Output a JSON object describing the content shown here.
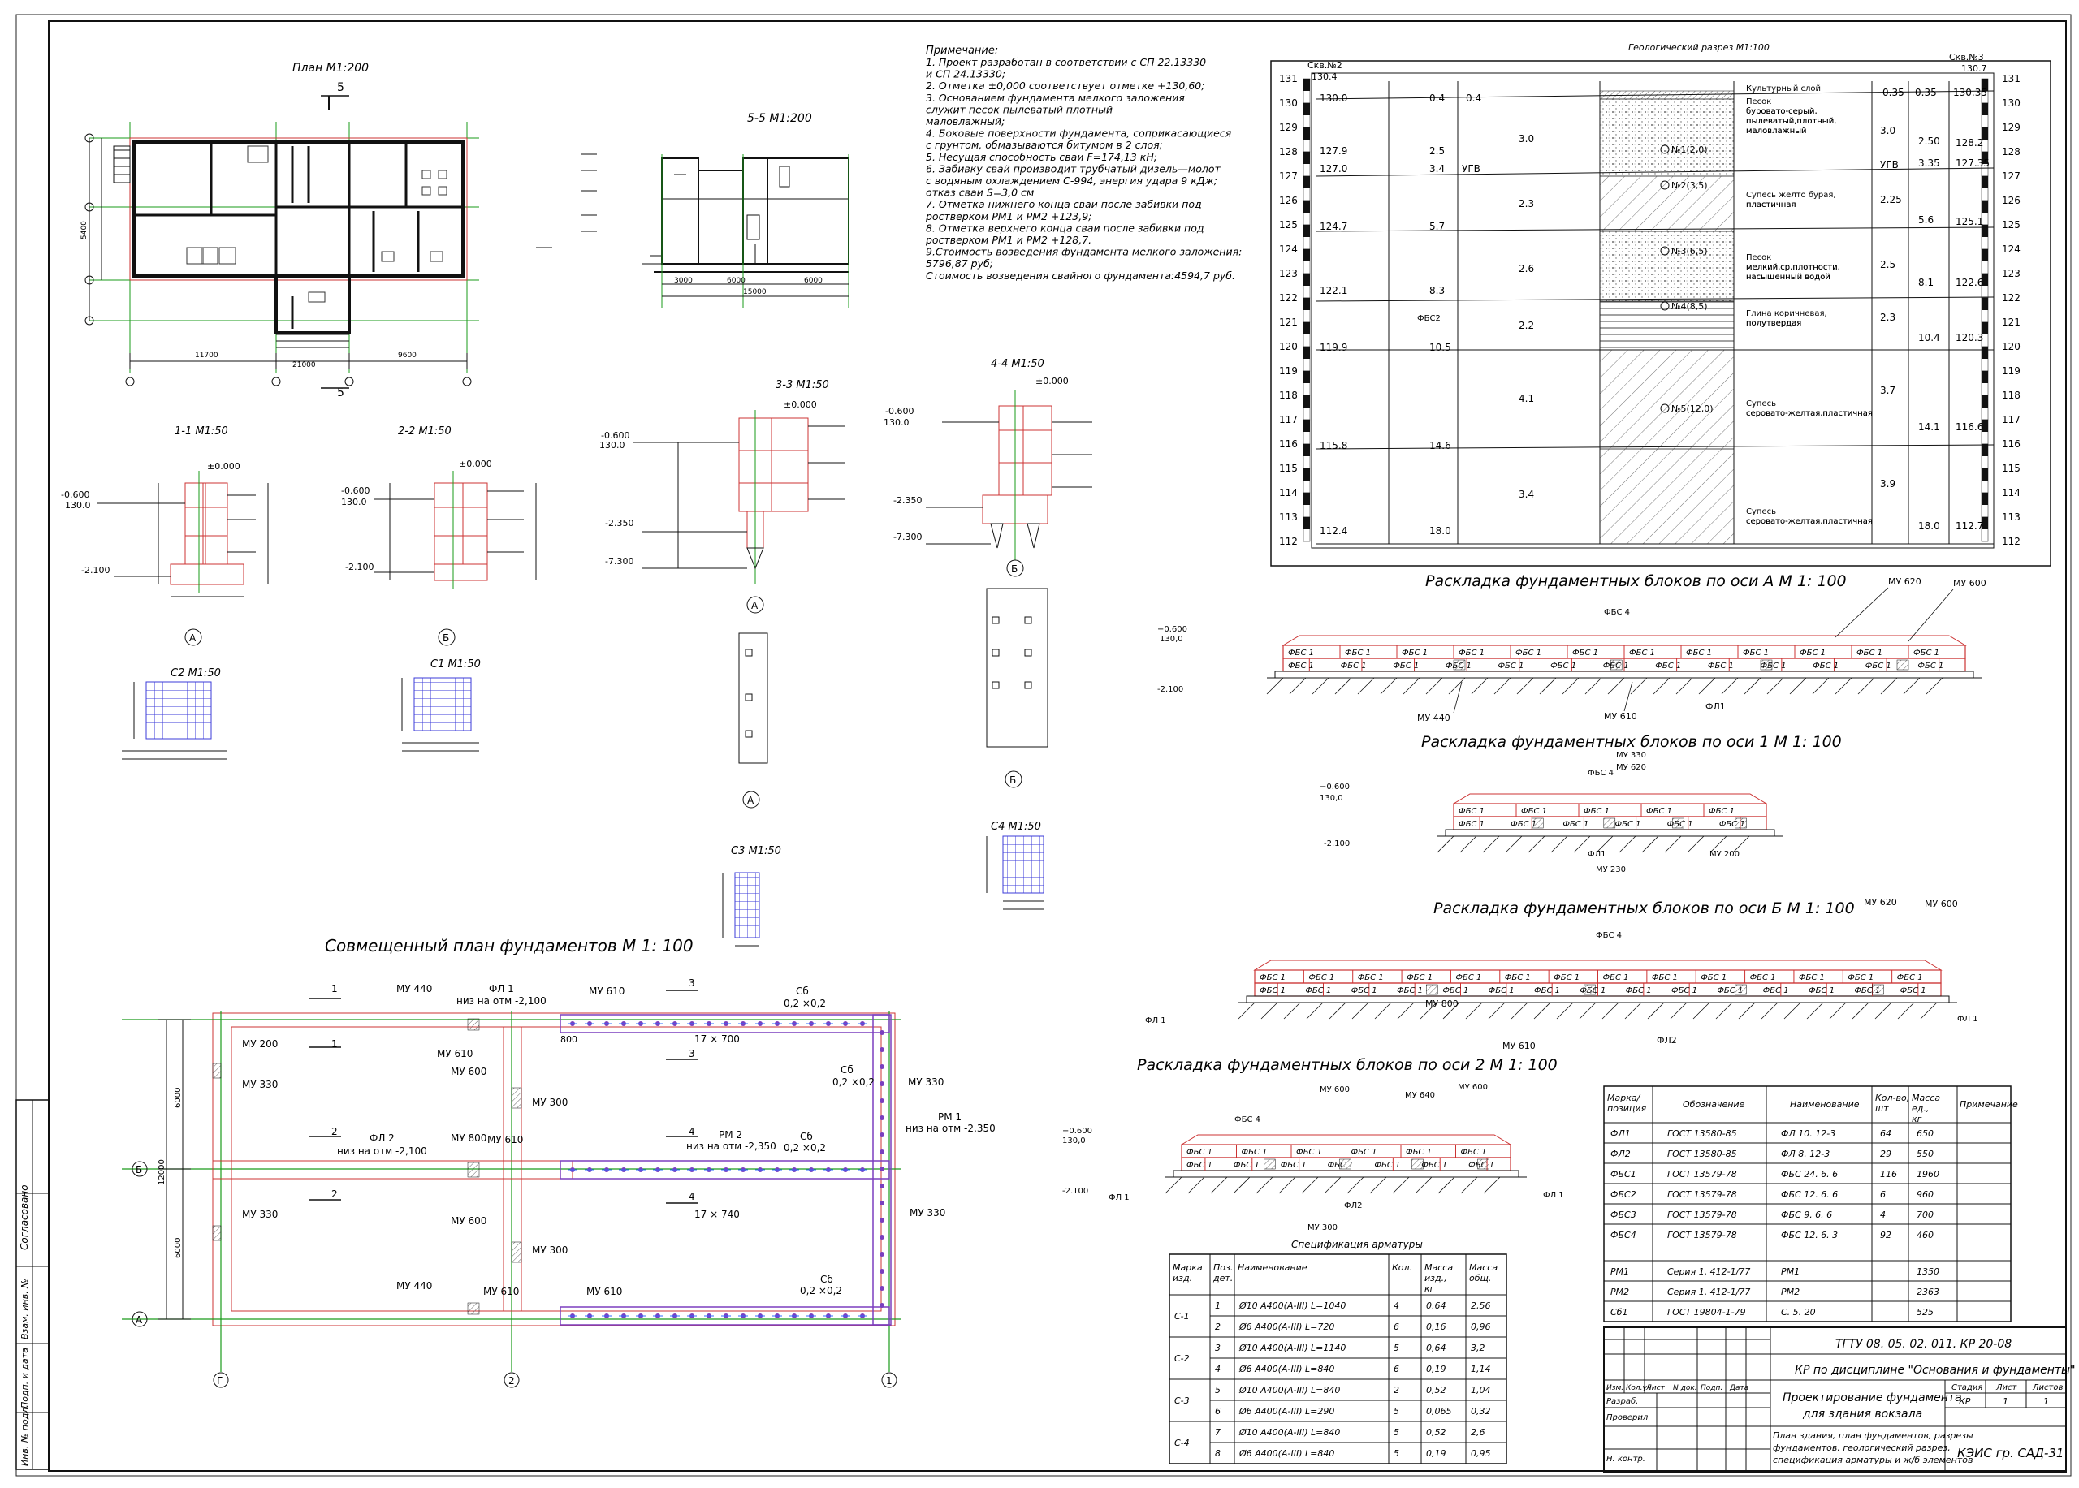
{
  "titles": {
    "plan": "План М1:200",
    "sec55": "5-5 М1:200",
    "s11": "1-1 М1:50",
    "s22": "2-2 М1:50",
    "s33": "3-3 М1:50",
    "s44": "4-4 М1:50",
    "c1": "С1 М1:50",
    "c2": "С2 М1:50",
    "c3": "С3 М1:50",
    "c4": "С4 М1:50",
    "geo": "Геологический разрез М1:100",
    "layA": "Раскладка фундаментных блоков по оси А М 1: 100",
    "lay1": "Раскладка фундаментных блоков по оси 1 М 1: 100",
    "layB": "Раскладка фундаментных блоков по оси Б М 1: 100",
    "lay2": "Раскладка фундаментных блоков по оси 2 М 1: 100",
    "found": "Совмещенный план фундаментов М 1: 100",
    "rebar": "Спецификация арматуры"
  },
  "notes": {
    "heading": "Примечание:",
    "lines": [
      "1. Проект разработан в соответствии с СП 22.13330",
      "    и СП 24.13330;",
      "2. Отметка ±0,000 соответствует отметке +130,60;",
      "3. Основанием фундамента мелкого заложения",
      "    служит песок пылеватый плотный",
      "маловлажный;",
      "4. Боковые поверхности фундамента, соприкасающиеся",
      "    с грунтом, обмазываются битумом в 2 слоя;",
      "5. Несущая способность сваи F=174,13 кН;",
      "6. Забивку свай производит трубчатый дизель—молот",
      "    с водяным охлаждением С-994, энергия удара 9 кДж;",
      "    отказ сваи S=3,0 см",
      "7. Отметка нижнего конца сваи после забивки под",
      "    ростверком РМ1 и РМ2 +123,9;",
      "8. Отметка верхнего конца сваи после забивки под",
      "    ростверком РМ1 и РМ2 +128,7.",
      "9.Стоимость возведения фундамента мелкого заложения:",
      "5796,87 руб;",
      "Стоимость возведения свайного фундамента:4594,7 руб."
    ]
  },
  "geo": {
    "well_left": "Скв.№2",
    "well_right": "Скв.№3",
    "top_left": "130.4",
    "top_right": "130.7",
    "elev_ticks": [
      "131",
      "130",
      "129",
      "128",
      "127",
      "126",
      "125",
      "124",
      "123",
      "122",
      "121",
      "120",
      "119",
      "118",
      "117",
      "116",
      "115",
      "114",
      "113",
      "112"
    ],
    "left_rows": [
      {
        "abs": "130.0",
        "depth": "0.4",
        "thk": "0.4"
      },
      {
        "abs": "127.9",
        "depth": "2.5",
        "thk": "3.0"
      },
      {
        "abs": "127.0",
        "depth": "3.4",
        "thk": "УГВ"
      },
      {
        "abs": "124.7",
        "depth": "5.7",
        "thk": "2.3"
      },
      {
        "abs": "122.1",
        "depth": "8.3",
        "thk": "2.6"
      },
      {
        "abs": "119.9",
        "depth": "10.5",
        "thk": "2.2"
      },
      {
        "abs": "115.8",
        "depth": "14.6",
        "thk": "4.1"
      },
      {
        "abs": "112.4",
        "depth": "18.0",
        "thk": "3.4"
      }
    ],
    "fbs_mark": "ФБС2",
    "layers": [
      {
        "no": "",
        "desc": "Культурный слой",
        "thk": "0.35",
        "depth": "0.35",
        "abs": "130.35"
      },
      {
        "no": "№1(2,0)",
        "desc": "Песок буровато-серый, пылеватый,плотный, маловлажный",
        "thk": "3.0",
        "depth": "2.50",
        "abs": "128.2"
      },
      {
        "no": "",
        "desc": "",
        "thk": "УГВ",
        "depth": "3.35",
        "abs": "127.35"
      },
      {
        "no": "№2(3,5)",
        "desc": "Супесь желто бурая, пластичная",
        "thk": "2.25",
        "depth": "5.6",
        "abs": "125.1"
      },
      {
        "no": "№3(6,5)",
        "desc": "Песок мелкий,ср.плотности, насыщенный водой",
        "thk": "2.5",
        "depth": "8.1",
        "abs": "122.6"
      },
      {
        "no": "№4(8,5)",
        "desc": "Глина коричневая, полутвердая",
        "thk": "2.3",
        "depth": "10.4",
        "abs": "120.3"
      },
      {
        "no": "№5(12,0)",
        "desc": "Супесь серовато-желтая,пластичная",
        "thk": "3.7",
        "depth": "14.1",
        "abs": "116.6"
      },
      {
        "no": "",
        "desc": "Супесь серовато-желтая,пластичная",
        "thk": "3.9",
        "depth": "18.0",
        "abs": "112.7"
      }
    ]
  },
  "marks": {
    "zero": "±0.000",
    "m0600": "-0.600",
    "m1300": "130.0",
    "m2100": "-2.100",
    "m2350": "-2.350",
    "m7300": "-7.300",
    "m0600b": "−0.600",
    "m1300b": "130,0",
    "axisA": "А",
    "axisB": "Б",
    "ax1": "1",
    "ax2": "2",
    "ax3": "3"
  },
  "blocks": {
    "fbs1": "ФБС 1",
    "fbs2": "ФБС 2",
    "fbs3": "ФБС3",
    "fbs4": "ФБС 4",
    "fl1": "ФЛ1",
    "fl2": "ФЛ2",
    "fl1b": "ФЛ 1",
    "mu620": "МУ 620",
    "mu600": "МУ 600",
    "mu610": "МУ 610",
    "mu440": "МУ 440",
    "mu330": "МУ 330",
    "mu230": "МУ 230",
    "mu200": "МУ 200",
    "mu800": "МУ 800",
    "mu640": "МУ 640",
    "mu300": "МУ 300"
  },
  "found": {
    "mu440": "МУ 440",
    "fl1": "ФЛ 1",
    "fl1low": "низ на отм -2,100",
    "mu610": "МУ 610",
    "sb": "Сб",
    "sbsize": "0,2 ×0,2",
    "dim800": "800",
    "dim17x700": "17 × 700",
    "dim17x740": "17 × 740",
    "mu200": "МУ 200",
    "mu330": "МУ 330",
    "mu600": "МУ 600",
    "mu300": "МУ 300",
    "mu800": "МУ 800",
    "fl2": "ФЛ 2",
    "fl2low": "низ на отм -2,100",
    "rm1": "РМ 1",
    "rm1low": "низ на отм -2,350",
    "rm2": "РМ 2",
    "rm2low": "низ на отм -2,350",
    "d6000": "6000",
    "d12000": "12000",
    "ax1": "1",
    "ax2": "2",
    "ax3": "3",
    "ax4": "4",
    "axA": "А",
    "axB": "Б",
    "axG": "Г"
  },
  "rebar": {
    "headers": [
      "Марка изд.",
      "Поз. дет.",
      "Наименование",
      "Кол.",
      "Масса изд., кг",
      "Масса общ."
    ],
    "rows": [
      [
        "С-1",
        "1",
        "Ø10 А400(А-III) L=1040",
        "4",
        "0,64",
        "2,56"
      ],
      [
        "",
        "2",
        "Ø6 А400(А-III) L=720",
        "6",
        "0,16",
        "0,96"
      ],
      [
        "С-2",
        "3",
        "Ø10 А400(А-III) L=1140",
        "5",
        "0,64",
        "3,2"
      ],
      [
        "",
        "4",
        "Ø6 А400(А-III) L=840",
        "6",
        "0,19",
        "1,14"
      ],
      [
        "С-3",
        "5",
        "Ø10 А400(А-III) L=840",
        "2",
        "0,52",
        "1,04"
      ],
      [
        "",
        "6",
        "Ø6 А400(А-III) L=290",
        "5",
        "0,065",
        "0,32"
      ],
      [
        "С-4",
        "7",
        "Ø10 А400(А-III) L=840",
        "5",
        "0,52",
        "2,6"
      ],
      [
        "",
        "8",
        "Ø6 А400(А-III) L=840",
        "5",
        "0,19",
        "0,95"
      ]
    ]
  },
  "spec": {
    "headers": [
      "Марка/ позиция",
      "Обозначение",
      "Наименование",
      "Кол-во, шт",
      "Масса ед., кг",
      "Примечание"
    ],
    "rows": [
      [
        "ФЛ1",
        "ГОСТ 13580-85",
        "ФЛ 10. 12-3",
        "64",
        "650",
        ""
      ],
      [
        "ФЛ2",
        "ГОСТ 13580-85",
        "ФЛ 8. 12-3",
        "29",
        "550",
        ""
      ],
      [
        "ФБС1",
        "ГОСТ 13579-78",
        "ФБС 24. 6. 6",
        "116",
        "1960",
        ""
      ],
      [
        "ФБС2",
        "ГОСТ 13579-78",
        "ФБС 12. 6. 6",
        "6",
        "960",
        ""
      ],
      [
        "ФБС3",
        "ГОСТ 13579-78",
        "ФБС 9. 6. 6",
        "4",
        "700",
        ""
      ],
      [
        "ФБС4",
        "ГОСТ 13579-78",
        "ФБС 12. 6. 3",
        "92",
        "460",
        ""
      ],
      [
        "РМ1",
        "Серия 1. 412-1/77",
        "РМ1",
        "",
        "1350",
        ""
      ],
      [
        "РМ2",
        "Серия 1. 412-1/77",
        "РМ2",
        "",
        "2363",
        ""
      ],
      [
        "Сб1",
        "ГОСТ 19804-1-79",
        "С. 5. 20",
        "",
        "525",
        ""
      ]
    ]
  },
  "stamp": {
    "code": "ТГТУ 08. 05. 02. 011. КР 20-08",
    "course": "КР по дисциплине \"Основания и фундаменты\"",
    "title1": "Проектирование фундамента",
    "title2": "для здания вокзала",
    "stage_h": "Стадия",
    "sheet_h": "Лист",
    "sheets_h": "Листов",
    "stage": "КР",
    "sheet": "1",
    "sheets": "1",
    "content1": "План здания, план фундаментов, разрезы",
    "content2": "фундаментов, геологический разрез,",
    "content3": "спецификация арматуры и ж/б элементов",
    "org": "КЭИС гр. САД-31",
    "hdr": [
      "Изм.",
      "Кол.уч",
      "Лист",
      "N док.",
      "Подп.",
      "Дата"
    ],
    "r1": "Разраб.",
    "r2": "Проверил",
    "r3": "Н. контр."
  },
  "side": {
    "s1": "Согласовано",
    "s2": "Взам. инв. №",
    "s3": "Подп. и дата",
    "s4": "Инв. № подл."
  },
  "plan": {
    "d11700": "11700",
    "d21000": "21000",
    "d9600": "9600",
    "d5400": "5400",
    "d15000": "15000",
    "d6000": "6000",
    "d3000": "3000",
    "cut5": "5"
  }
}
